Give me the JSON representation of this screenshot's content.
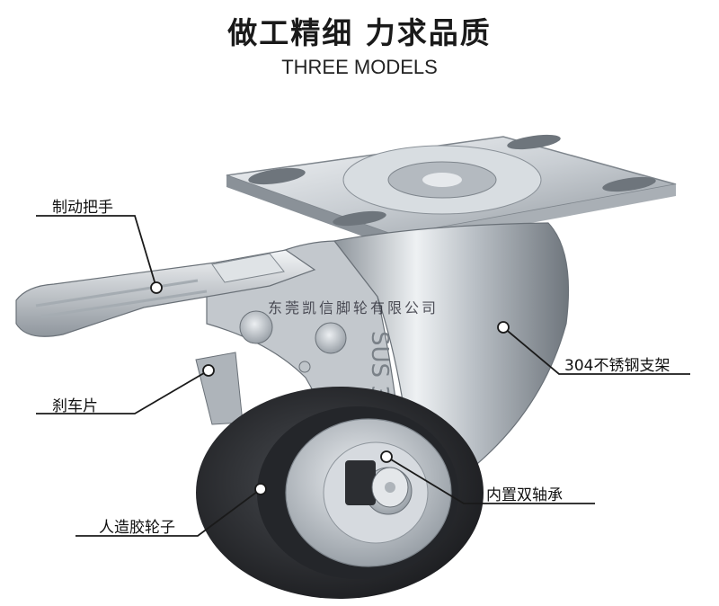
{
  "heading": {
    "title_cn": "做工精细 力求品质",
    "title_en": "THREE MODELS"
  },
  "labels": {
    "brake_handle": "制动把手",
    "brake_pad": "刹车片",
    "rubber_wheel": "人造胶轮子",
    "bracket": "304不锈钢支架",
    "bearing": "内置双轴承"
  },
  "product": {
    "engraving": "SUS 304",
    "watermark": "东莞凯信脚轮有限公司"
  },
  "colors": {
    "steel_light": "#e9ecef",
    "steel_dark": "#9aa1a8",
    "tire": "#2a2c30",
    "hub": "#c7ccd2",
    "leader": "#1a1a1a"
  }
}
